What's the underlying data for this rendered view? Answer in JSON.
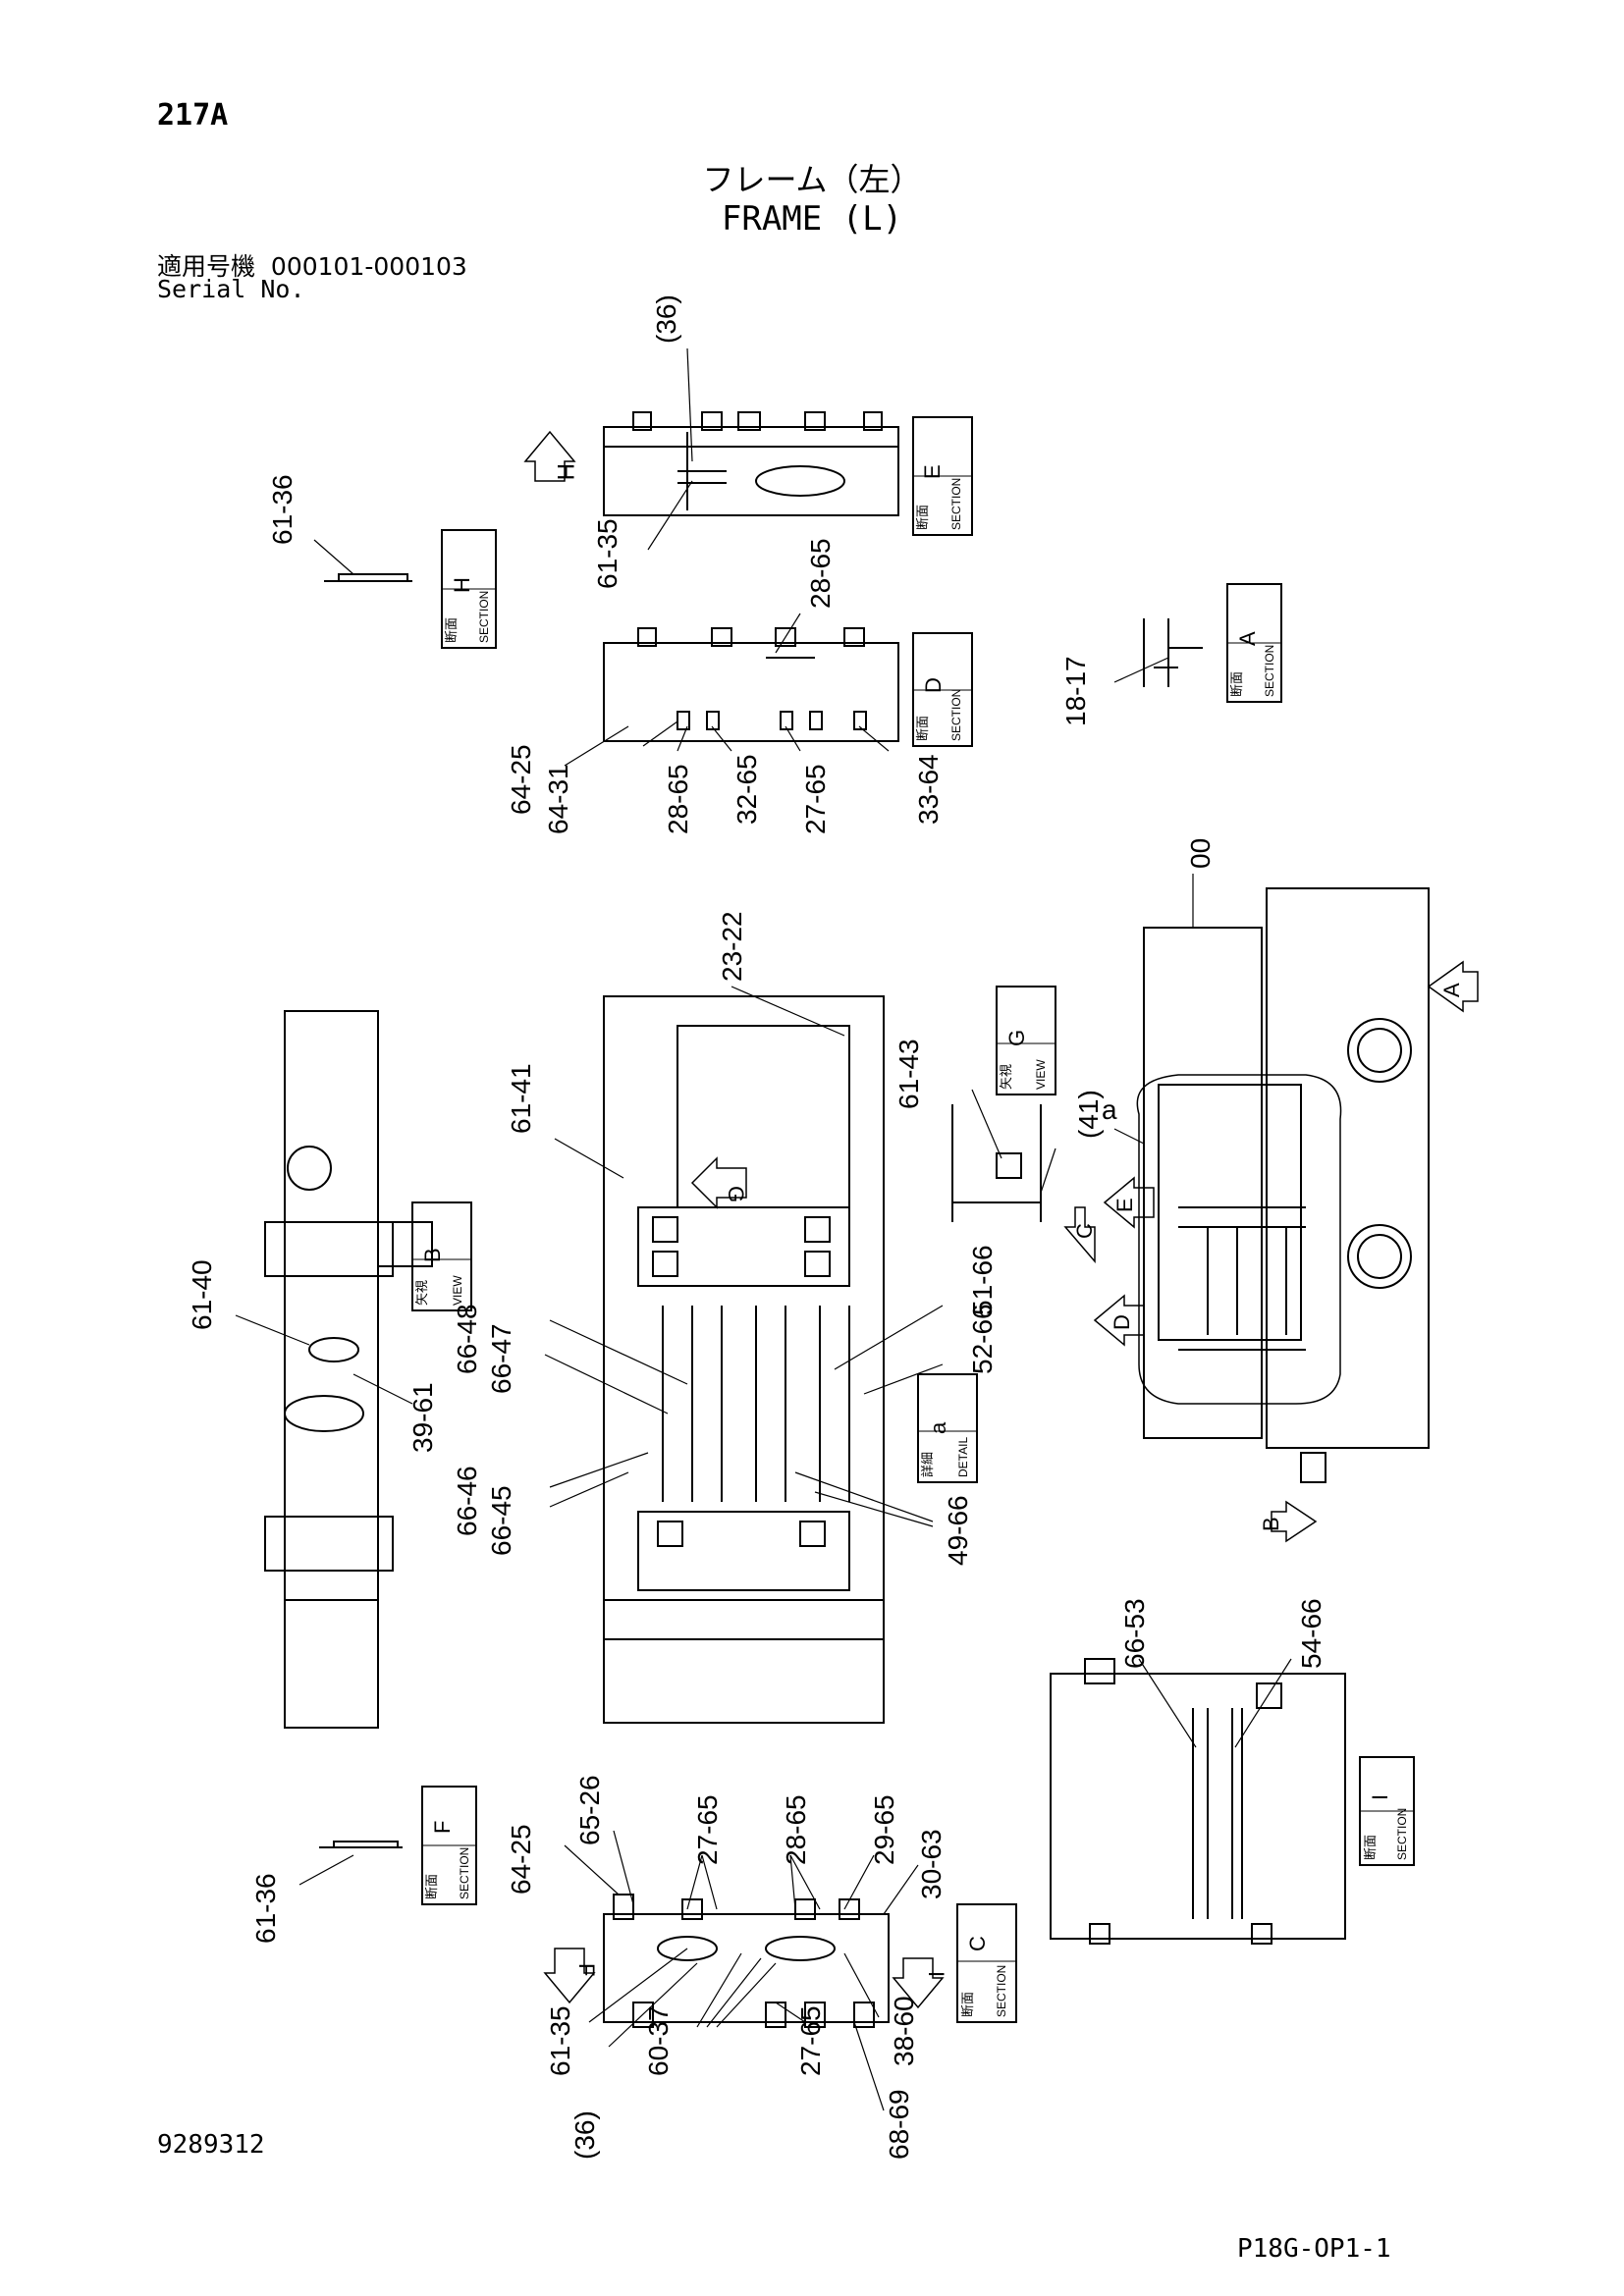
{
  "header": {
    "page_code": "217A",
    "title_jp": "フレーム（左）",
    "title_en": "FRAME (L)",
    "serial_label_jp": "適用号機",
    "serial_range": "000101-000103",
    "serial_label_en": "Serial No."
  },
  "footer": {
    "document_number": "9289312",
    "page_id": "P18G-OP1-1"
  },
  "section_tags": {
    "E": {
      "jp": "断面",
      "en": "SECTION",
      "letter": "E"
    },
    "H": {
      "jp": "断面",
      "en": "SECTION",
      "letter": "H"
    },
    "D": {
      "jp": "断面",
      "en": "SECTION",
      "letter": "D"
    },
    "A": {
      "jp": "断面",
      "en": "SECTION",
      "letter": "A"
    },
    "G": {
      "jp": "矢視",
      "en": "VIEW",
      "letter": "G"
    },
    "B": {
      "jp": "矢視",
      "en": "VIEW",
      "letter": "B"
    },
    "a": {
      "jp": "詳細",
      "en": "DETAIL",
      "letter": "a"
    },
    "F": {
      "jp": "断面",
      "en": "SECTION",
      "letter": "F"
    },
    "I": {
      "jp": "断面",
      "en": "SECTION",
      "letter": "I"
    },
    "C": {
      "jp": "断面",
      "en": "SECTION",
      "letter": "C"
    }
  },
  "view_arrows": {
    "H": "H",
    "G": "G",
    "A": "A",
    "C": "C",
    "E": "E",
    "D": "D",
    "B": "B",
    "F": "F",
    "I": "I"
  },
  "callouts": {
    "e_36": "(36)",
    "e_61_35": "61-35",
    "h_61_36": "61-36",
    "d_28_65": "28-65",
    "d_64_25": "64-25",
    "d_64_31": "64-31",
    "d_28_65b": "28-65",
    "d_32_65": "32-65",
    "d_27_65": "27-65",
    "d_33_64": "33-64",
    "a_18_17": "18-17",
    "m_00": "00",
    "c_23_22": "23-22",
    "c_61_41": "61-41",
    "g_61_43": "61-43",
    "g_41": "(41)",
    "g_a": "a",
    "b_61_40": "61-40",
    "b_39_61": "39-61",
    "c_66_48": "66-48",
    "c_66_47": "66-47",
    "c_66_46": "66-46",
    "c_66_45": "66-45",
    "c_51_66": "51-66",
    "c_52_66": "52-66",
    "c_49_66": "49-66",
    "i_66_53": "66-53",
    "i_54_66": "54-66",
    "f_61_36": "61-36",
    "s_64_25": "64-25",
    "s_65_26": "65-26",
    "s_27_65": "27-65",
    "s_28_65": "28-65",
    "s_29_65": "29-65",
    "s_30_63": "30-63",
    "s_61_35": "61-35",
    "s_36": "(36)",
    "s_60_37": "60-37",
    "s_27_65b": "27-65",
    "s_38_60": "38-60",
    "s_68_69": "68-69"
  }
}
